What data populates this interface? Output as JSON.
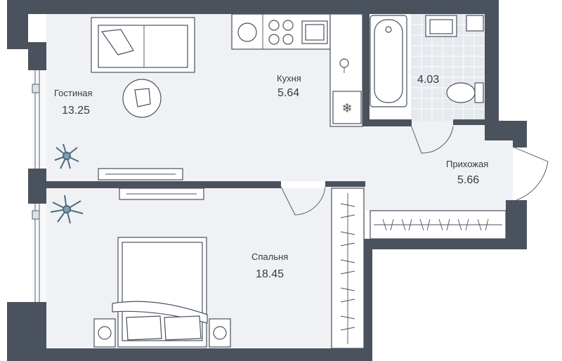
{
  "rooms": {
    "living": {
      "name": "Гостиная",
      "area": "13.25"
    },
    "kitchen": {
      "name": "Кухня",
      "area": "5.64"
    },
    "bathroom": {
      "name": "",
      "area": "4.03"
    },
    "hall": {
      "name": "Прихожая",
      "area": "5.66"
    },
    "bedroom": {
      "name": "Спальня",
      "area": "18.45"
    }
  },
  "colors": {
    "wall": "#4a525d",
    "floor": "#f0f1f4",
    "bath_tile": "#e6e9ee",
    "line": "#4a525d",
    "plant": "#4a6d80"
  },
  "icons": [
    "sofa-icon",
    "armchair-icon",
    "washing-machine-icon",
    "stove-icon",
    "sink-icon",
    "fridge-icon",
    "bathtub-icon",
    "toilet-icon",
    "bed-icon",
    "plant-icon",
    "wardrobe-icon",
    "door-icon"
  ]
}
